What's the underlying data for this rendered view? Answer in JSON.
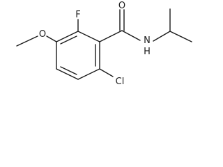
{
  "molecule": {
    "atoms": {
      "O_carbonyl": "O",
      "N_amide": "N",
      "H_amide": "H",
      "F": "F",
      "O_methoxy": "O",
      "Cl": "Cl"
    }
  }
}
